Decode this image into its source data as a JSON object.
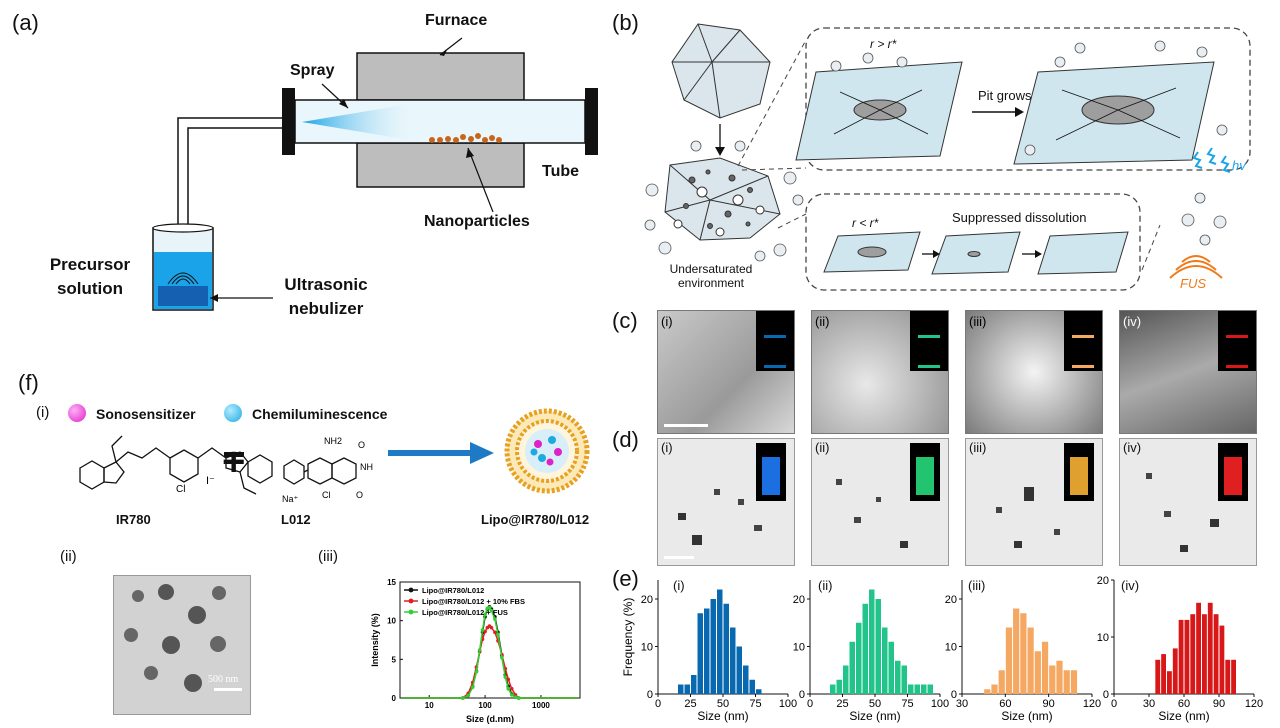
{
  "panels": {
    "a": "(a)",
    "b": "(b)",
    "c": "(c)",
    "d": "(d)",
    "e": "(e)",
    "f": "(f)"
  },
  "panel_a": {
    "furnace": "Furnace",
    "spray": "Spray",
    "tube": "Tube",
    "nanoparticles": "Nanoparticles",
    "precursor_1": "Precursor",
    "precursor_2": "solution",
    "nebulizer_1": "Ultrasonic",
    "nebulizer_2": "nebulizer"
  },
  "panel_b": {
    "r_gt": "r > r*",
    "pit_grows": "Pit grows",
    "r_lt": "r < r*",
    "suppressed": "Suppressed dissolution",
    "env_1": "Undersaturated",
    "env_2": "environment",
    "hv": "hv",
    "fus": "FUS"
  },
  "sub_labels": [
    "(i)",
    "(ii)",
    "(iii)",
    "(iv)"
  ],
  "panel_f": {
    "sonosensitizer": "Sonosensitizer",
    "chemiluminescence": "Chemiluminescence",
    "ir780": "IR780",
    "l012": "L012",
    "lipo": "Lipo@IR780/L012",
    "scale": "500 nm",
    "chem_labels": [
      "Cl",
      "I⁻",
      "NH2",
      "O",
      "NH",
      "Na⁺",
      "Cl",
      "O"
    ]
  },
  "colors": {
    "blue": "#0868b0",
    "green": "#22c48a",
    "orange": "#f5a862",
    "red": "#d81818",
    "furnace": "#bdbdbd",
    "tube": "#e9f6fb",
    "nanoparticle": "#c8651a",
    "arrow": "#1e7ac4",
    "sonosensitizer": "#e020c8",
    "chemilum": "#20a8e0"
  },
  "chart_data": [
    {
      "type": "bar",
      "panel": "(e)(i)",
      "ylabel": "Frequency (%)",
      "xlabel": "Size (nm)",
      "xlim": [
        0,
        100
      ],
      "ylim": [
        0,
        24
      ],
      "xticks": [
        0,
        25,
        50,
        75,
        100
      ],
      "yticks": [
        0,
        10,
        20
      ],
      "x": [
        17.5,
        22.5,
        27.5,
        32.5,
        37.5,
        42.5,
        47.5,
        52.5,
        57.5,
        62.5,
        67.5,
        72.5,
        77.5,
        82.5
      ],
      "values": [
        2,
        2,
        4,
        17,
        18,
        20,
        22,
        19,
        14,
        10,
        6,
        3,
        1,
        0
      ]
    },
    {
      "type": "bar",
      "panel": "(e)(ii)",
      "xlabel": "Size (nm)",
      "xlim": [
        0,
        100
      ],
      "ylim": [
        0,
        24
      ],
      "xticks": [
        0,
        25,
        50,
        75,
        100
      ],
      "yticks": [
        0,
        10,
        20
      ],
      "x": [
        17.5,
        22.5,
        27.5,
        32.5,
        37.5,
        42.5,
        47.5,
        52.5,
        57.5,
        62.5,
        67.5,
        72.5,
        77.5,
        82.5,
        87.5,
        92.5
      ],
      "values": [
        2,
        3,
        6,
        11,
        15,
        19,
        22,
        20,
        14,
        11,
        7,
        6,
        2,
        2,
        2,
        2
      ]
    },
    {
      "type": "bar",
      "panel": "(e)(iii)",
      "xlabel": "Size (nm)",
      "xlim": [
        30,
        120
      ],
      "ylim": [
        0,
        24
      ],
      "xticks": [
        30,
        60,
        90,
        120
      ],
      "yticks": [
        0,
        10,
        20
      ],
      "x": [
        42.5,
        47.5,
        52.5,
        57.5,
        62.5,
        67.5,
        72.5,
        77.5,
        82.5,
        87.5,
        92.5,
        97.5,
        102.5,
        107.5
      ],
      "values": [
        0,
        1,
        2,
        5,
        14,
        18,
        17,
        14,
        9,
        11,
        6,
        7,
        5,
        5
      ]
    },
    {
      "type": "bar",
      "panel": "(e)(iv)",
      "xlabel": "Size (nm)",
      "xlim": [
        0,
        120
      ],
      "ylim": [
        0,
        20
      ],
      "xticks": [
        0,
        30,
        60,
        90,
        120
      ],
      "yticks": [
        0,
        10,
        20
      ],
      "x": [
        37.5,
        42.5,
        47.5,
        52.5,
        57.5,
        62.5,
        67.5,
        72.5,
        77.5,
        82.5,
        87.5,
        92.5,
        97.5,
        102.5,
        107.5
      ],
      "values": [
        6,
        7,
        4,
        8,
        13,
        13,
        14,
        16,
        14,
        16,
        14,
        12,
        6,
        6,
        0
      ]
    },
    {
      "type": "line",
      "panel": "(f)(iii)",
      "xlabel": "Size (d.nm)",
      "ylabel": "Intensity (%)",
      "xscale": "log",
      "xlim": [
        3,
        5000
      ],
      "ylim": [
        0,
        15
      ],
      "xticks": [
        10,
        100,
        1000
      ],
      "xtick_labels": [
        "10",
        "100",
        "1000"
      ],
      "yticks": [
        0,
        5,
        10,
        15
      ],
      "x": [
        40,
        50,
        60,
        70,
        80,
        90,
        100,
        110,
        120,
        130,
        150,
        170,
        200,
        230,
        260,
        300,
        350,
        400
      ],
      "series": [
        {
          "name": "Lipo@IR780/L012",
          "color": "#111111",
          "values": [
            0,
            0.4,
            1.5,
            3.5,
            6.0,
            8.5,
            10.5,
            11.5,
            11.8,
            11.5,
            10.5,
            8.5,
            5.5,
            3.0,
            1.5,
            0.5,
            0.1,
            0
          ]
        },
        {
          "name": "Lipo@IR780/L012 + 10% FBS",
          "color": "#e02020",
          "values": [
            0,
            0.6,
            2.0,
            4.0,
            6.0,
            7.6,
            8.6,
            9.1,
            9.3,
            9.1,
            8.5,
            7.4,
            5.6,
            3.8,
            2.4,
            1.2,
            0.4,
            0
          ]
        },
        {
          "name": "Lipo@IR780/L012 + FUS",
          "color": "#30d030",
          "values": [
            0,
            0.3,
            1.4,
            3.4,
            6.2,
            8.8,
            10.8,
            11.6,
            11.7,
            11.3,
            10.2,
            8.2,
            5.2,
            2.7,
            1.2,
            0.4,
            0.1,
            0
          ]
        }
      ]
    }
  ]
}
